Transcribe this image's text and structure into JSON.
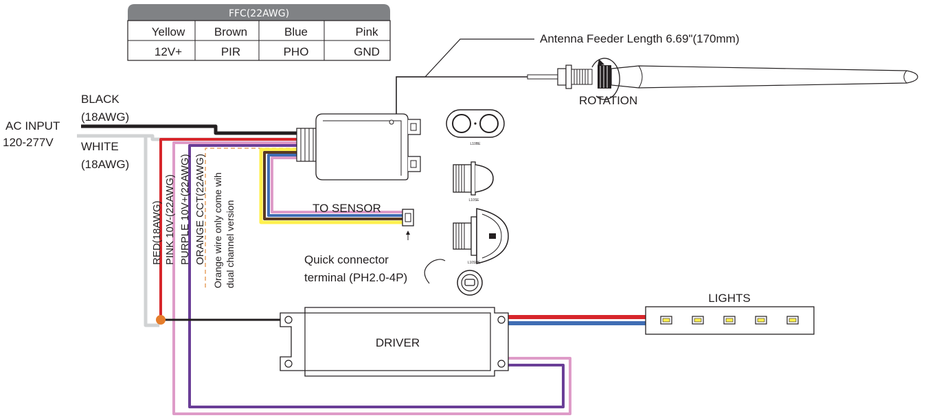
{
  "ffc_table": {
    "title": "FFC(22AWG)",
    "colors": [
      "Yellow",
      "Brown",
      "Blue",
      "Pink"
    ],
    "signals": [
      "12V+",
      "PIR",
      "PHO",
      "GND"
    ]
  },
  "antenna": {
    "feeder_label": "Antenna Feeder Length 6.69\"(170mm)",
    "rotation_label": "ROTATION"
  },
  "ac_input": {
    "label": "AC INPUT",
    "voltage": "120-277V",
    "black_label": "BLACK",
    "black_gauge": "(18AWG)",
    "white_label": "WHITE",
    "white_gauge": "(18AWG)"
  },
  "wires": {
    "red": "RED(18AWG)",
    "pink": "PINK 10V-(22AWG)",
    "purple": "PURPLE 10V+(22AWG)",
    "orange": "ORANGE CCT(22AWG)",
    "orange_note_1": "Orange wire only come wih",
    "orange_note_2": "dual channel version"
  },
  "sensor": {
    "to_sensor": "TO SENSOR",
    "connector_1": "Quick connector",
    "connector_2": "terminal (PH2.0-4P)"
  },
  "sensor_models": [
    "L10BE",
    "L10SE",
    "L10SHE"
  ],
  "driver_label": "DRIVER",
  "lights_label": "LIGHTS",
  "colors": {
    "black": "#231f20",
    "white_wire": "#d1d3d4",
    "red": "#d7262b",
    "pink": "#de9bc8",
    "purple": "#6a3e97",
    "orange": "#e7a061",
    "yellow": "#fff04d",
    "blue": "#3f6db4",
    "brown": "#5a3a22",
    "dot": "#e57d2c"
  }
}
